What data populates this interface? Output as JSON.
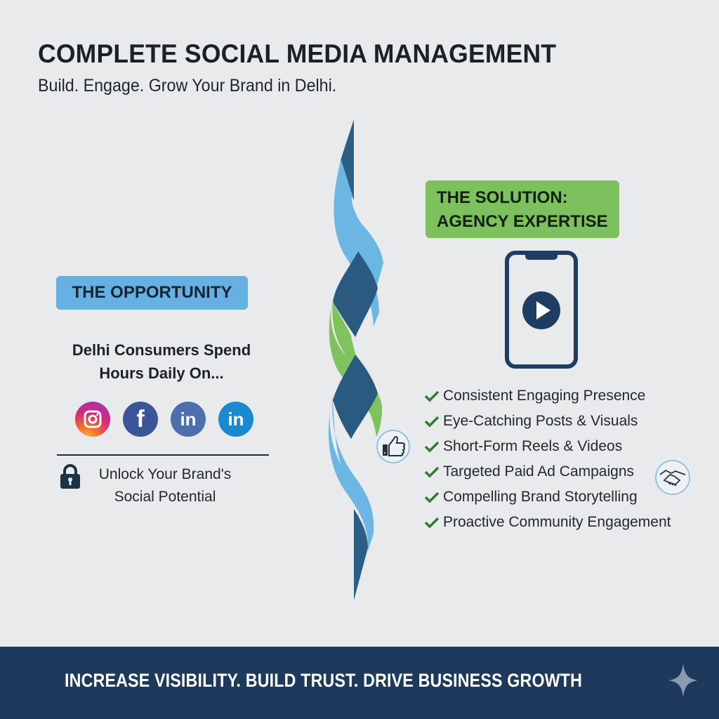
{
  "header": {
    "title": "COMPLETE SOCIAL MEDIA MANAGEMENT",
    "subtitle": "Build. Engage. Grow Your Brand in Delhi."
  },
  "opportunity": {
    "badge_label": "THE OPPORTUNITY",
    "badge_color": "#66b1e2",
    "text_line1": "Delhi Consumers Spend",
    "text_line2": "Hours Daily On...",
    "social_icons": [
      {
        "name": "instagram-icon",
        "glyph": ""
      },
      {
        "name": "facebook-icon",
        "glyph": "f"
      },
      {
        "name": "linkedin-icon",
        "glyph": "in"
      },
      {
        "name": "linkedin-icon",
        "glyph": "in"
      }
    ],
    "unlock_line1": "Unlock Your Brand's",
    "unlock_line2": "Social Potential",
    "unlock_icon": "lock-icon"
  },
  "solution": {
    "badge_line1": "THE SOLUTION:",
    "badge_line2": "AGENCY EXPERTISE",
    "badge_color": "#7cc15d",
    "phone_icon": "phone-play-icon",
    "features": [
      "Consistent Engaging Presence",
      "Eye-Catching Posts & Visuals",
      "Short-Form Reels & Videos",
      "Targeted Paid Ad Campaigns",
      "Compelling Brand Storytelling",
      "Proactive Community Engagement"
    ],
    "check_color": "#2e7d32"
  },
  "decorations": {
    "ribbon_colors": {
      "dark": "#2a5a80",
      "light": "#6cb6e4",
      "green": "#80c25e"
    },
    "thumb_icon": "thumbs-up-icon",
    "handshake_icon": "handshake-icon"
  },
  "footer": {
    "tagline": "INCREASE VISIBILITY. BUILD TRUST. DRIVE BUSINESS GROWTH",
    "background": "#1d3a5c",
    "sparkle_icon": "sparkle-icon"
  }
}
